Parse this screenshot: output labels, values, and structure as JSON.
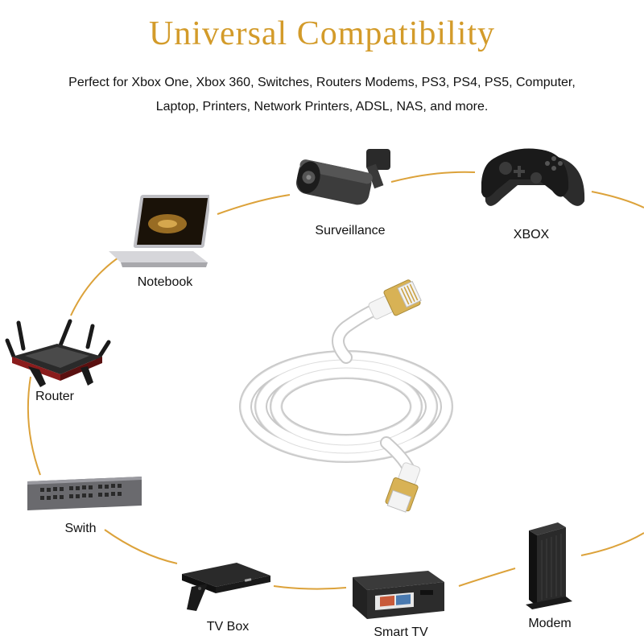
{
  "header": {
    "title": "Universal Compatibility",
    "subtitle_line1": "Perfect for Xbox One, Xbox 360, Switches, Routers Modems, PS3, PS4, PS5, Computer,",
    "subtitle_line2": "Laptop, Printers, Network Printers, ADSL, NAS, and more."
  },
  "devices": {
    "surveillance": "Surveillance",
    "xbox": "XBOX",
    "notebook": "Notebook",
    "router": "Router",
    "switch": "Swith",
    "tv_box": "TV Box",
    "smart_tv": "Smart TV",
    "modem": "Modem"
  },
  "colors": {
    "title": "#d39b2a",
    "ring": "#dca23a",
    "cable": "#ffffff",
    "connector_gold": "#d8b255"
  },
  "icons": [
    "camera-icon",
    "gamepad-icon",
    "laptop-icon",
    "router-icon",
    "switch-icon",
    "tvbox-icon",
    "printer-icon",
    "modem-icon",
    "ethernet-cable-icon"
  ]
}
